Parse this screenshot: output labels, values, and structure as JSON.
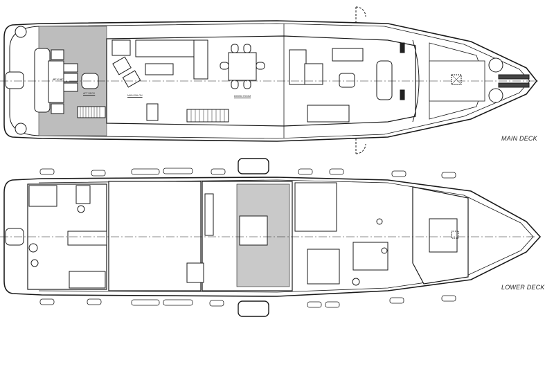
{
  "drawing": {
    "type": "yacht general arrangement",
    "background": "#ffffff",
    "line_color": "#1a1a1a",
    "aft_deck_fill": "#b8b8b8"
  },
  "main_deck": {
    "title": "MAIN DECK",
    "rooms": [
      {
        "label": "AFT DECK"
      },
      {
        "label": "MAIN SALON"
      },
      {
        "label": "DINING ROOM"
      }
    ],
    "table_dimension": "48\" X 96\""
  },
  "lower_deck": {
    "title": "LOWER DECK"
  }
}
